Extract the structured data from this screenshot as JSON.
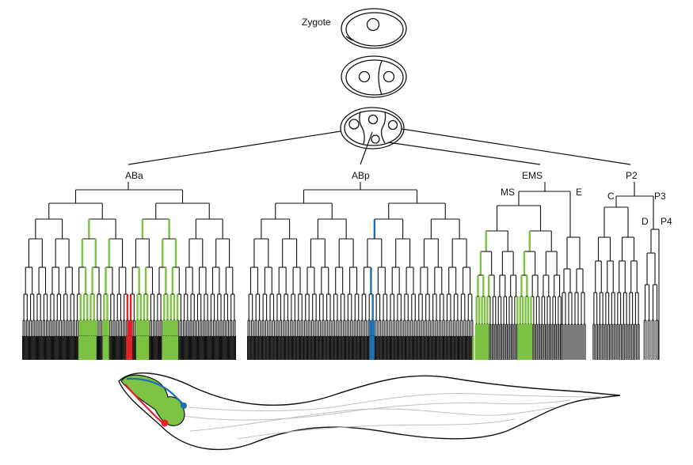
{
  "title_label": "Zygote",
  "founder_labels": {
    "aba": "ABa",
    "abp": "ABp",
    "ems": "EMS",
    "p2": "P2",
    "ms": "MS",
    "e": "E",
    "c": "C",
    "p3": "P3",
    "d": "D",
    "p4": "P4"
  },
  "colors": {
    "line": "#111111",
    "pharynx_green": "#7dc242",
    "neuron_red": "#e32228",
    "neuron_blue": "#1f6fb5",
    "worm_outline": "#111111",
    "worm_inner": "#bfbfbf"
  },
  "highlighted_branches": {
    "green": "pharynx lineage cells",
    "red": "one neuron lineage",
    "blue": "one neuron lineage"
  }
}
